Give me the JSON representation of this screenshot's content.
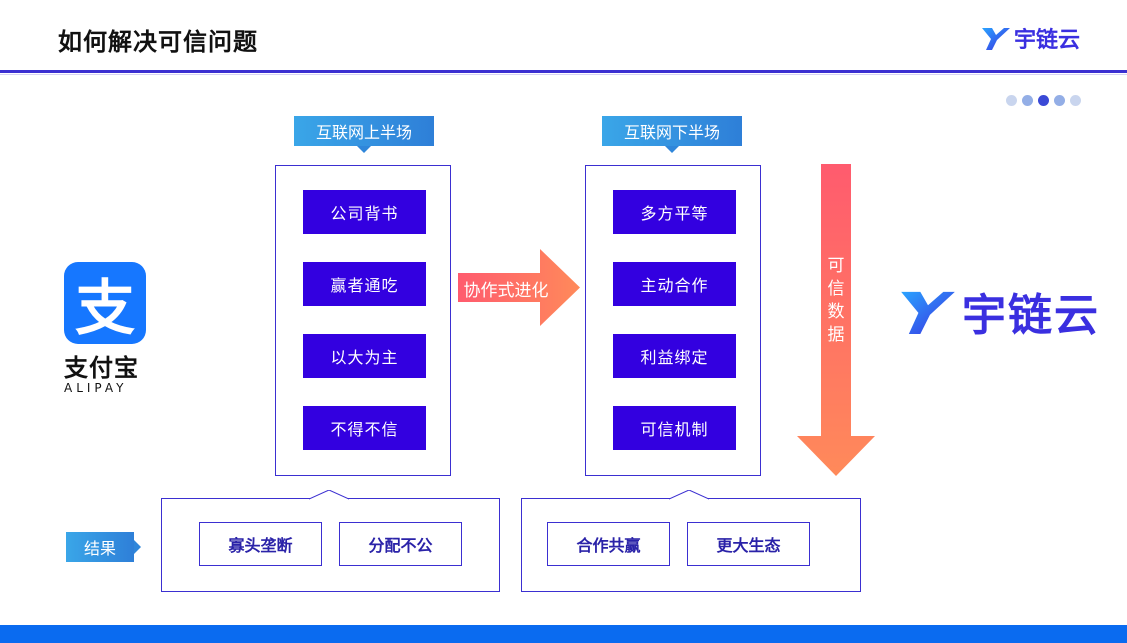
{
  "header": {
    "title": "如何解决可信问题",
    "brand": "宇链云"
  },
  "pager": {
    "count": 5,
    "active_index": 2
  },
  "alipay": {
    "glyph": "支",
    "name_cn": "支付宝",
    "name_en": "ALIPAY"
  },
  "left_column": {
    "tag": "互联网上半场",
    "items": [
      "公司背书",
      "赢者通吃",
      "以大为主",
      "不得不信"
    ]
  },
  "middle_arrow": {
    "label": "协作式进化"
  },
  "right_column": {
    "tag": "互联网下半场",
    "items": [
      "多方平等",
      "主动合作",
      "利益绑定",
      "可信机制"
    ]
  },
  "down_arrow": {
    "label": "可信数据"
  },
  "brand_large": {
    "name": "宇链云"
  },
  "result": {
    "tag": "结果",
    "left": [
      "寡头垄断",
      "分配不公"
    ],
    "right": [
      "合作共赢",
      "更大生态"
    ]
  },
  "colors": {
    "accent": "#3b2fd1",
    "item_fill": "#3300e0",
    "tag_blue": "#2e7fd8",
    "arrow_start": "#ff5b6e",
    "arrow_end": "#ff8a5a",
    "footer": "#0a6bf0"
  },
  "icons": [
    "brand-logo-icon",
    "alipay-logo-icon",
    "right-arrow-icon",
    "down-arrow-icon"
  ]
}
